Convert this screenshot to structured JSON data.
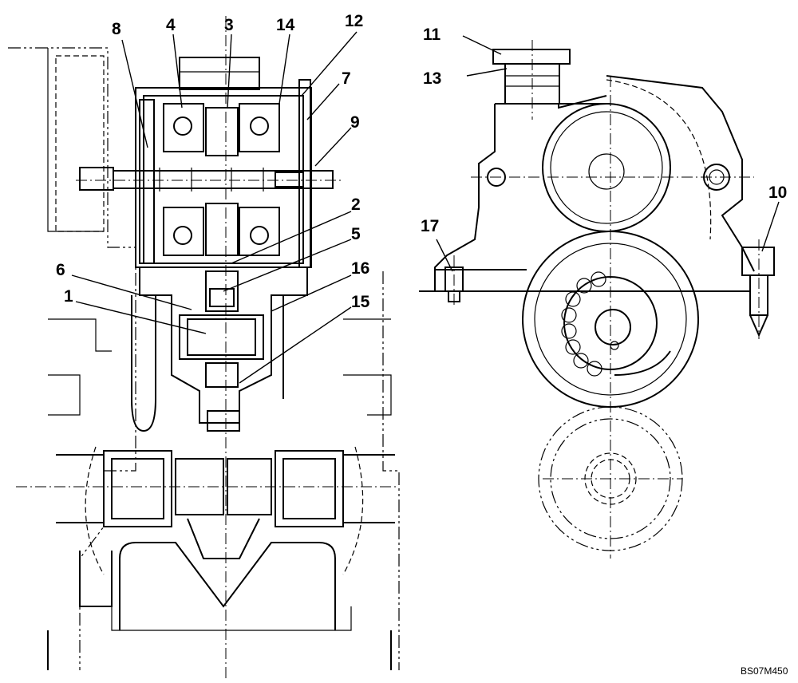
{
  "callouts": [
    "1",
    "2",
    "3",
    "4",
    "5",
    "6",
    "7",
    "8",
    "9",
    "10",
    "11",
    "12",
    "13",
    "14",
    "15",
    "16",
    "17"
  ],
  "drawing_code": "BS07M450",
  "icons": [
    "section-view-drawing",
    "side-view-drawing"
  ]
}
